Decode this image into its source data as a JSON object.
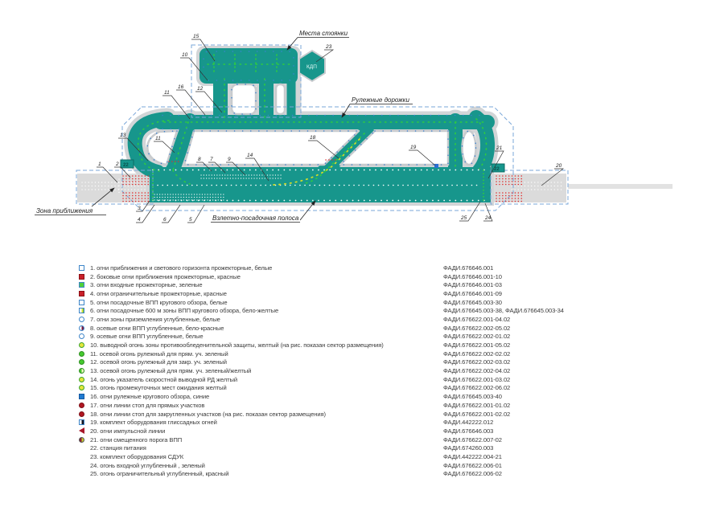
{
  "diagram": {
    "labels": {
      "parking": "Места стоянки",
      "taxiways": "Рулежные дорожки",
      "runway": "Взлетно-посадочная полоса",
      "approach_zone": "Зона приближения",
      "tower": "КДП",
      "power_station_left": "22",
      "power_station_right": "22"
    },
    "callouts": [
      "15",
      "10",
      "16",
      "12",
      "11",
      "13",
      "11",
      "1",
      "2",
      "3",
      "4",
      "6",
      "5",
      "8",
      "7",
      "9",
      "14",
      "18",
      "19",
      "21",
      "23",
      "20",
      "25",
      "24"
    ]
  },
  "legend": {
    "items": [
      {
        "label": "1. огни приближения и светового горизонта прожекторные, белые",
        "code": "ФАДИ.676646.001"
      },
      {
        "label": "2. боковые огни приближения прожекторные, красные",
        "code": "ФАДИ.676646.001-10"
      },
      {
        "label": "3. огни входные прожекторные, зеленые",
        "code": "ФАДИ.676646.001-03"
      },
      {
        "label": "4. огни ограничительные прожекторные, красные",
        "code": "ФАДИ.676646.001-09"
      },
      {
        "label": "5. огни посадочные ВПП кругового обзора, белые",
        "code": "ФАДИ.676645.003-30"
      },
      {
        "label": "6. огни посадочные 600 м зоны ВПП кругового обзора, бело-желтые",
        "code": "ФАДИ.676645.003-38, ФАДИ.676645.003-34"
      },
      {
        "label": "7. огни зоны приземления углубленные, белые",
        "code": "ФАДИ.676622.001-04.02"
      },
      {
        "label": "8. осевые огни ВПП углубленные, бело-красные",
        "code": "ФАДИ.676622.002-05.02"
      },
      {
        "label": "9. осевые огни ВПП углубленные, белые",
        "code": "ФАДИ.676622.002-01.02"
      },
      {
        "label": "10. выводной огонь зоны противообледенительной защиты, желтый (на рис. показан сектор размещения)",
        "code": "ФАДИ.676622.001-05.02"
      },
      {
        "label": "11. осевой огонь рулежный для прям. уч. зеленый",
        "code": "ФАДИ.676622.002-02.02"
      },
      {
        "label": "12. осевой огонь рулежный для закр. уч. зеленый",
        "code": "ФАДИ.676622.002-03.02"
      },
      {
        "label": "13. осевой огонь рулежный для прям. уч. зеленый/желтый",
        "code": "ФАДИ.676622.002-04.02"
      },
      {
        "label": "14. огонь указатель скоростной выводной РД желтый",
        "code": "ФАДИ.676622.001-03.02"
      },
      {
        "label": "15. огонь промежуточных мест ожидания желтый",
        "code": "ФАДИ.676622.002-06.02"
      },
      {
        "label": "16. огни рулежные кругового обзора, синие",
        "code": "ФАДИ.676645.003-40"
      },
      {
        "label": "17. огни линии стоп для прямых участков",
        "code": "ФАДИ.676622.001-01.02"
      },
      {
        "label": "18. огни линии стоп для закругленных участков (на рис. показан сектор размещения)",
        "code": "ФАДИ.676622.001-02.02"
      },
      {
        "label": "19. комплект оборудования глиссадных огней",
        "code": "ФАДИ.442222.012"
      },
      {
        "label": "20. огни импульсной линии",
        "code": "ФАДИ.676646.003"
      },
      {
        "label": "21. огни смещенного порога ВПП",
        "code": "ФАДИ.676622.007-02"
      },
      {
        "label": "22. станция питания",
        "code": "ФАДИ.674260.003"
      },
      {
        "label": "23. комплект оборудования СДУК",
        "code": "ФАДИ.442222.004-21"
      },
      {
        "label": "24. огонь входной углубленный , зеленый",
        "code": "ФАДИ.676622.006-01"
      },
      {
        "label": "25. огонь ограничительный углубленный, красный",
        "code": "ФАДИ.676622.006-02"
      }
    ]
  }
}
